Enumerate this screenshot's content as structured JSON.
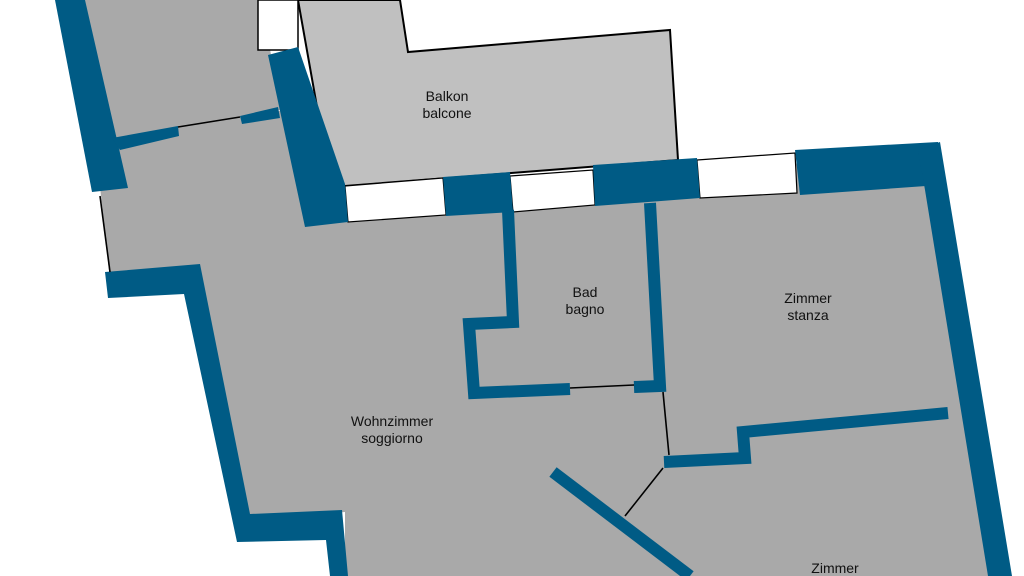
{
  "colors": {
    "wall": "#005b85",
    "floor": "#a9a9a9",
    "balcony": "#c0c0c0",
    "window": "#ffffff"
  },
  "rooms": [
    {
      "name": "Balkon",
      "subname": "balcone"
    },
    {
      "name": "Bad",
      "subname": "bagno"
    },
    {
      "name": "Zimmer",
      "subname": "stanza"
    },
    {
      "name": "Wohnzimmer",
      "subname": "soggiorno"
    },
    {
      "name": "Zimmer",
      "subname": ""
    }
  ]
}
